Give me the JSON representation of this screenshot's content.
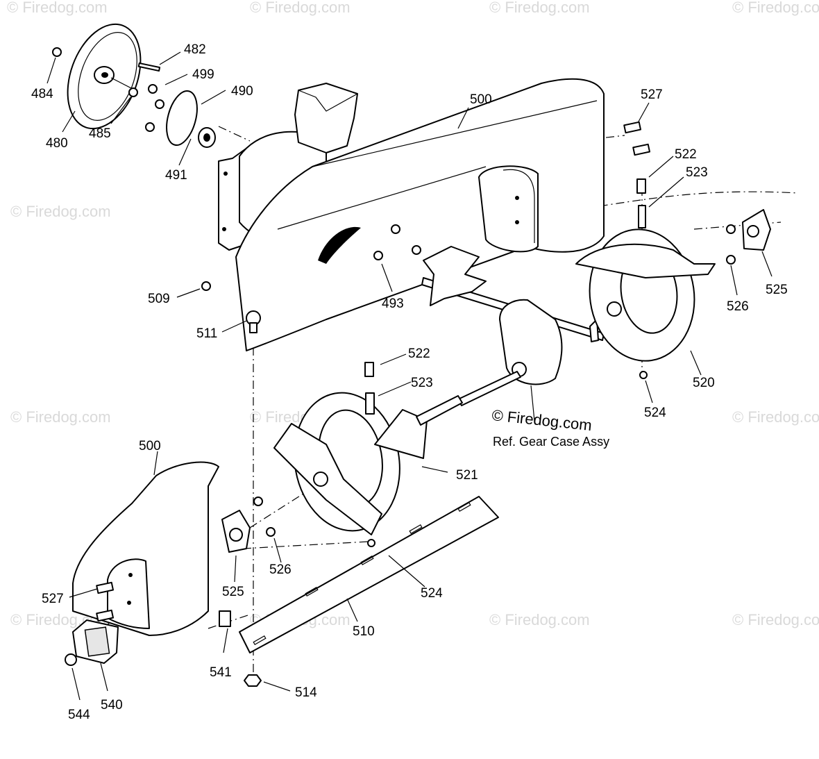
{
  "watermark": "© Firedog.com",
  "copyright": "© Firedog.com",
  "reference_note": "Ref. Gear Case Assy",
  "callouts": {
    "c482": "482",
    "c499": "499",
    "c490": "490",
    "c484": "484",
    "c480": "480",
    "c485": "485",
    "c491": "491",
    "c500a": "500",
    "c527a": "527",
    "c522a": "522",
    "c523a": "523",
    "c509": "509",
    "c511": "511",
    "c493": "493",
    "c525a": "525",
    "c526a": "526",
    "c520": "520",
    "c524a": "524",
    "c522b": "522",
    "c523b": "523",
    "c500b": "500",
    "c521": "521",
    "c527b": "527",
    "c525b": "525",
    "c526b": "526",
    "c524b": "524",
    "c510": "510",
    "c541": "541",
    "c540": "540",
    "c544": "544",
    "c514": "514"
  }
}
